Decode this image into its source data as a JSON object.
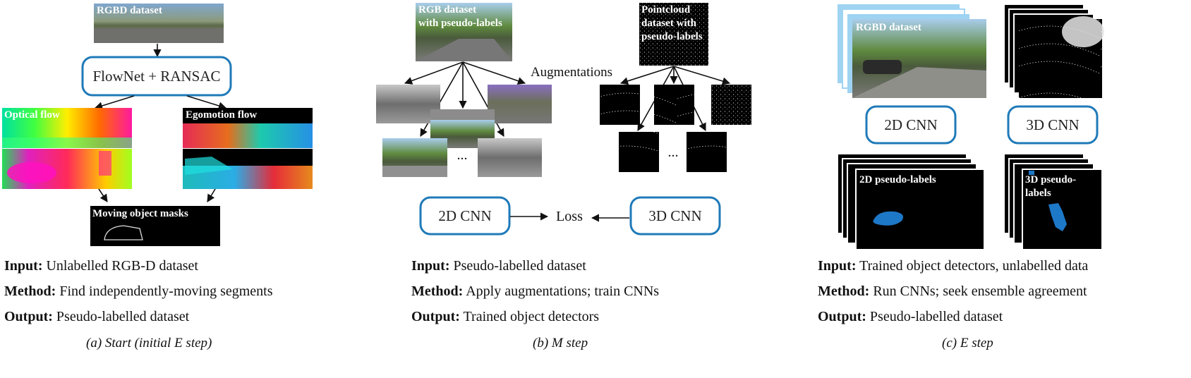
{
  "colors": {
    "box_stroke": "#1f7ab8",
    "pseudo_label_blob": "#1e78c8",
    "background": "#ffffff"
  },
  "panel_a": {
    "rgbd_label": "RGBD dataset",
    "flownet_label": "FlowNet + RANSAC",
    "optical_flow_label": "Optical flow",
    "egomotion_label": "Egomotion flow",
    "masks_label": "Moving object masks",
    "input_key": "Input:",
    "input_val": "Unlabelled RGB-D dataset",
    "method_key": "Method:",
    "method_val": "Find independently-moving segments",
    "output_key": "Output:",
    "output_val": "Pseudo-labelled dataset",
    "caption": "(a) Start (initial E step)"
  },
  "panel_b": {
    "rgb_label_line1": "RGB dataset",
    "rgb_label_line2": "with pseudo-labels",
    "pc_label_line1": "Pointcloud",
    "pc_label_line2": "dataset with",
    "pc_label_line3": "pseudo-labels",
    "augmentations_label": "Augmentations",
    "ellipsis_left": "...",
    "ellipsis_right": "...",
    "cnn2d_label": "2D CNN",
    "loss_label": "Loss",
    "cnn3d_label": "3D CNN",
    "input_key": "Input:",
    "input_val": "Pseudo-labelled dataset",
    "method_key": "Method:",
    "method_val": "Apply augmentations; train CNNs",
    "output_key": "Output:",
    "output_val": "Trained object detectors",
    "caption": "(b) M step"
  },
  "panel_c": {
    "rgbd_label": "RGBD dataset",
    "cnn2d_label": "2D CNN",
    "cnn3d_label": "3D CNN",
    "pl2d_label": "2D pseudo-labels",
    "pl3d_label_line1": "3D pseudo-",
    "pl3d_label_line2": "labels",
    "input_key": "Input:",
    "input_val": "Trained object detectors, unlabelled data",
    "method_key": "Method:",
    "method_val": "Run CNNs; seek ensemble agreement",
    "output_key": "Output:",
    "output_val": "Pseudo-labelled dataset",
    "caption": "(c) E step"
  }
}
